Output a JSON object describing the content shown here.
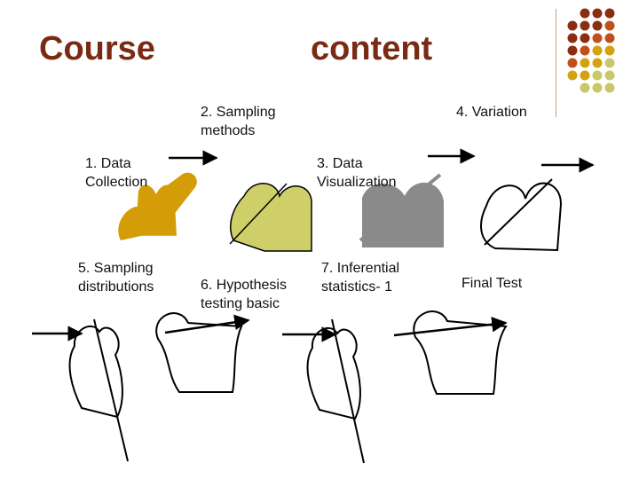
{
  "slide": {
    "title_left": "Course",
    "title_right": "content",
    "items": {
      "data_collection": "1. Data\nCollection",
      "sampling_methods": "2. Sampling\nmethods",
      "data_visualization": "3. Data\nVisualization",
      "variation": "4. Variation",
      "sampling_distributions": "5. Sampling\ndistributions",
      "hypothesis_testing": "6. Hypothesis\ntesting basic",
      "inferential_statistics": "7. Inferential\nstatistics- 1",
      "final_test": "Final Test"
    }
  },
  "colors": {
    "title": "#7a2a12",
    "dot_dark": "#8b2d12",
    "dot_orange": "#c0501a",
    "dot_gold": "#d4a20e",
    "dot_olive": "#c8c86a",
    "piece_gold": "#d49c06",
    "piece_olive": "#cfcf6a",
    "piece_gray": "#8a8a8a",
    "outline": "#000000"
  },
  "icons": [
    "puzzle-piece-icon",
    "arrow-right-icon",
    "dot-grid-decoration"
  ]
}
